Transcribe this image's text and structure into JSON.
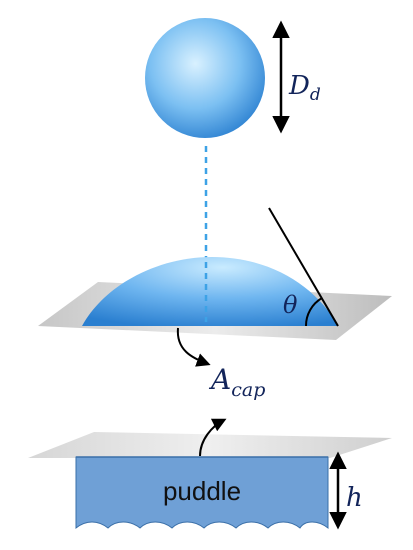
{
  "labels": {
    "droplet_diameter": {
      "main": "D",
      "sub": "d"
    },
    "contact_angle": "θ",
    "cap_area": {
      "main": "A",
      "sub": "cap"
    },
    "puddle": "puddle",
    "puddle_height": "h"
  },
  "colors": {
    "droplet_light": "#d9f1ff",
    "droplet_mid": "#6fb6f0",
    "droplet_dark": "#2a7fd0",
    "dashed_line": "#3da2e6",
    "plate_light": "#f0f0f0",
    "plate_dark": "#c9c9c9",
    "puddle_fill": "#6fa0d6",
    "math_text": "#12245a"
  }
}
